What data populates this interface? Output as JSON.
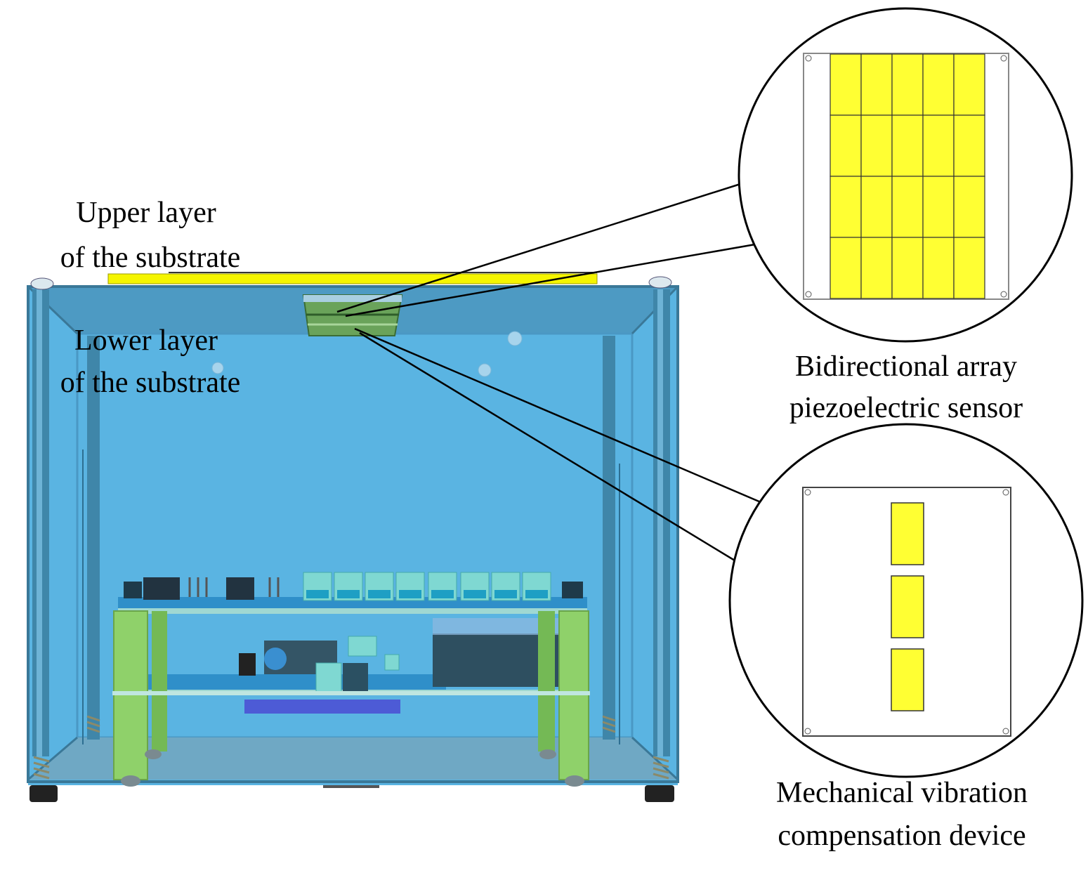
{
  "labels": {
    "upper_layer_line1": "Upper layer",
    "upper_layer_line2": "of the substrate",
    "lower_layer_line1": "Lower layer",
    "lower_layer_line2": "of the substrate",
    "sensor_line1": "Bidirectional array",
    "sensor_line2": "piezoelectric sensor",
    "compensation_line1": "Mechanical vibration",
    "compensation_line2": "compensation device"
  },
  "sensor_array": {
    "rows": 4,
    "columns": 5
  },
  "compensation_pads": {
    "count": 3
  },
  "colors": {
    "enclosure": "#5ab4e2",
    "enclosure_frame": "#3f86a9",
    "substrate": "#f5f500",
    "sensor_cell": "#ffff33",
    "pcb": "#2f8fc9",
    "standoff": "#8fd16a",
    "relay": "#7fd8d2"
  }
}
